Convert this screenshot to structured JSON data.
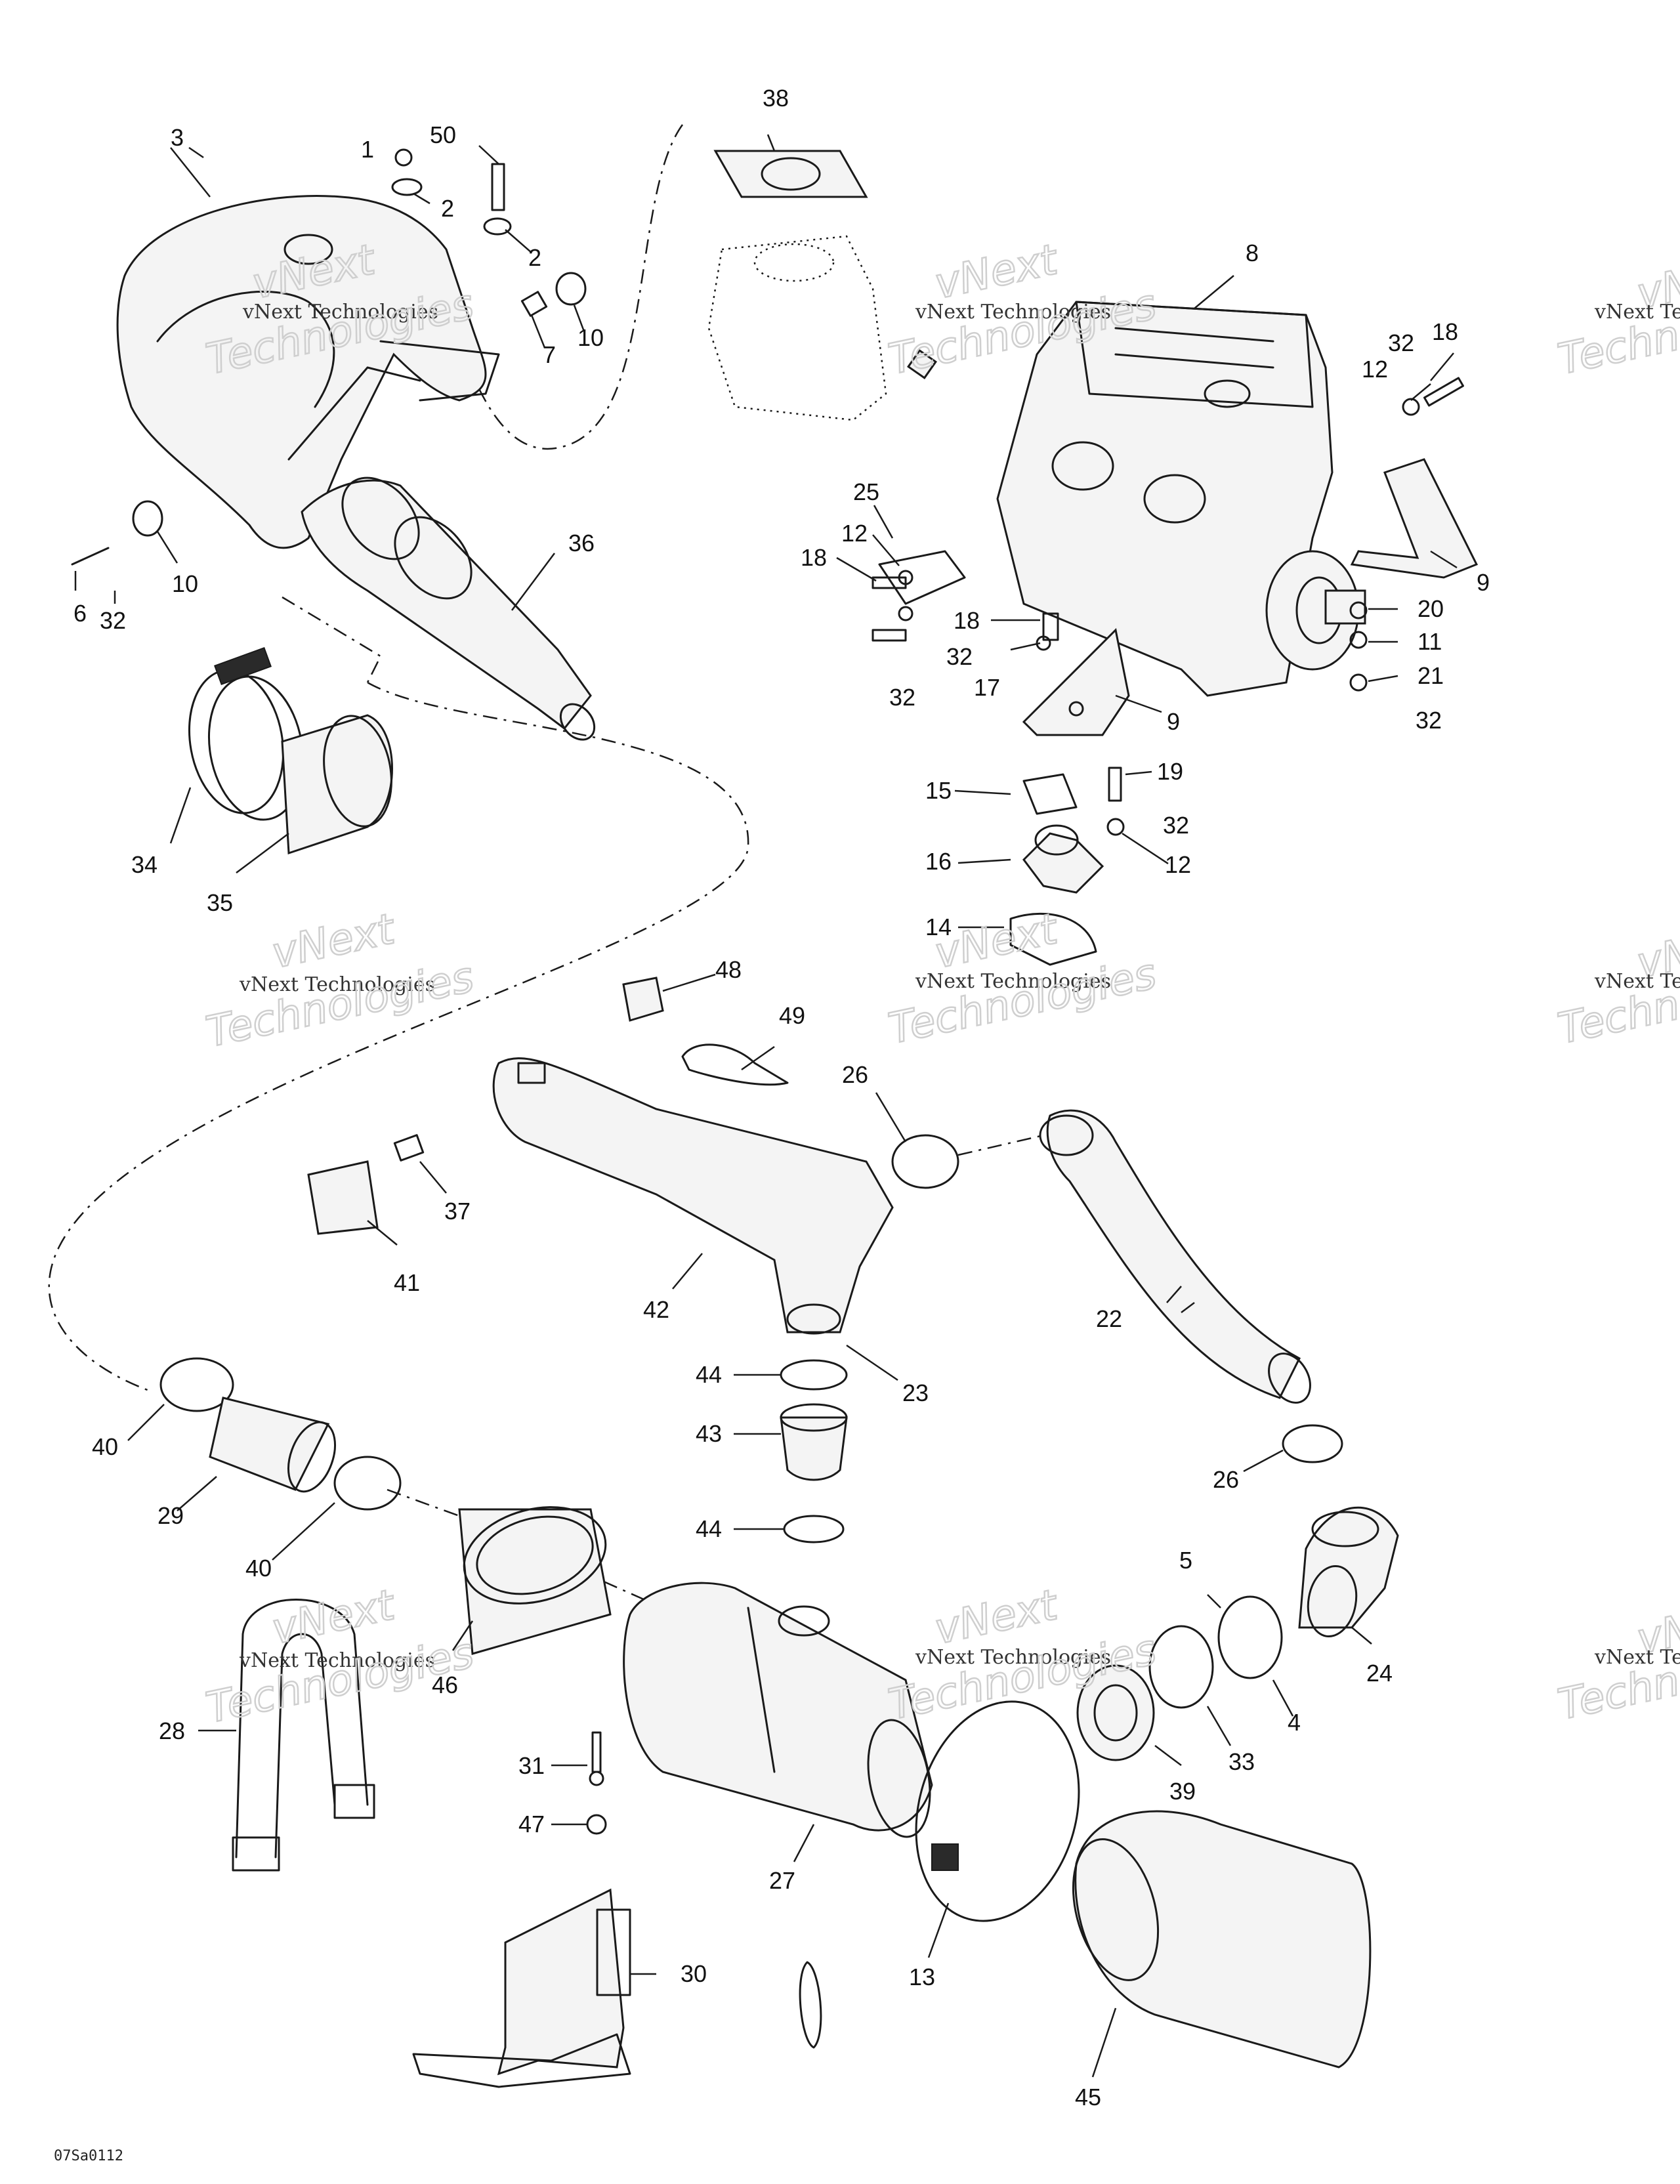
{
  "figure_id": "07Sa0112",
  "watermark": {
    "line1": "vNext",
    "line2": "vNext Technologies",
    "line3": "Technologies"
  },
  "callouts": [
    "1",
    "2",
    "3",
    "4",
    "5",
    "6",
    "7",
    "8",
    "9",
    "10",
    "11",
    "12",
    "13",
    "14",
    "15",
    "16",
    "17",
    "18",
    "19",
    "20",
    "21",
    "22",
    "23",
    "24",
    "25",
    "26",
    "27",
    "28",
    "29",
    "30",
    "31",
    "32",
    "33",
    "34",
    "35",
    "36",
    "37",
    "38",
    "39",
    "40",
    "41",
    "42",
    "43",
    "44",
    "45",
    "46",
    "47",
    "48",
    "49",
    "50"
  ],
  "colors": {
    "line": "#1a1a1a",
    "background": "#ffffff",
    "watermark": "#cfcfcf"
  }
}
